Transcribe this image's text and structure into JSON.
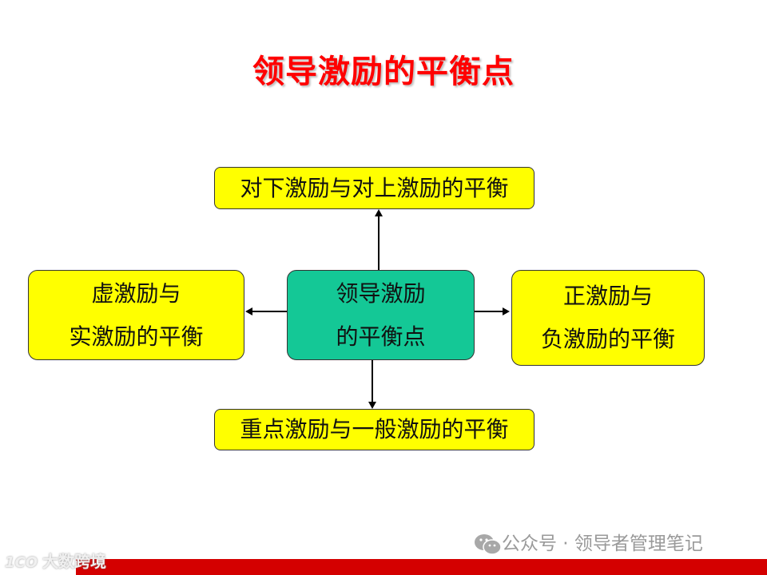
{
  "title": "领导激励的平衡点",
  "center": {
    "line1": "领导激励",
    "line2": "的平衡点"
  },
  "top": {
    "label": "对下激励与对上激励的平衡"
  },
  "left": {
    "line1": "虚激励与",
    "line2": "实激励的平衡"
  },
  "right": {
    "line1": "正激励与",
    "line2": "负激励的平衡"
  },
  "bottom": {
    "label": "重点激励与一般激励的平衡"
  },
  "footer": {
    "account": "公众号 · 领导者管理笔记",
    "watermark_logo": "1CO",
    "watermark_text": "大数跨境"
  },
  "colors": {
    "title": "#ff0000",
    "center_box": "#14c896",
    "outer_box": "#ffff00",
    "bottom_bar": "#d40000"
  }
}
